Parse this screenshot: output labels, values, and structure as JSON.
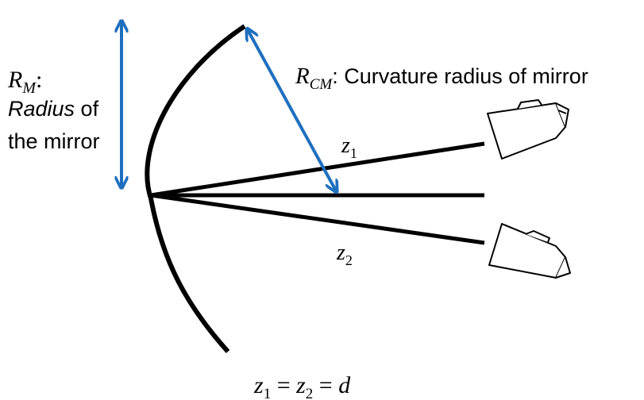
{
  "colors": {
    "arrow": "#1f6fbf",
    "ink": "#000000",
    "background": "#ffffff"
  },
  "labels": {
    "rm": {
      "symbol": "R",
      "subscript": "M",
      "suffix": ":",
      "line2_italic": "Radius",
      "line2_rest": " of",
      "line3": "the mirror"
    },
    "rcm": {
      "symbol": "R",
      "subscript": "CM",
      "text": ": Curvature radius of mirror"
    },
    "z1": {
      "symbol": "z",
      "subscript": "1"
    },
    "z2": {
      "symbol": "z",
      "subscript": "2"
    },
    "equation": {
      "a": "z",
      "a_sub": "1",
      "eq1": " = ",
      "b": "z",
      "b_sub": "2",
      "eq2": " = ",
      "c": "d"
    }
  },
  "icons": {
    "mirror": "concave-mirror-arc",
    "camera_top": "camera-icon",
    "camera_bottom": "camera-icon",
    "double_arrow": "double-headed-arrow-icon"
  }
}
